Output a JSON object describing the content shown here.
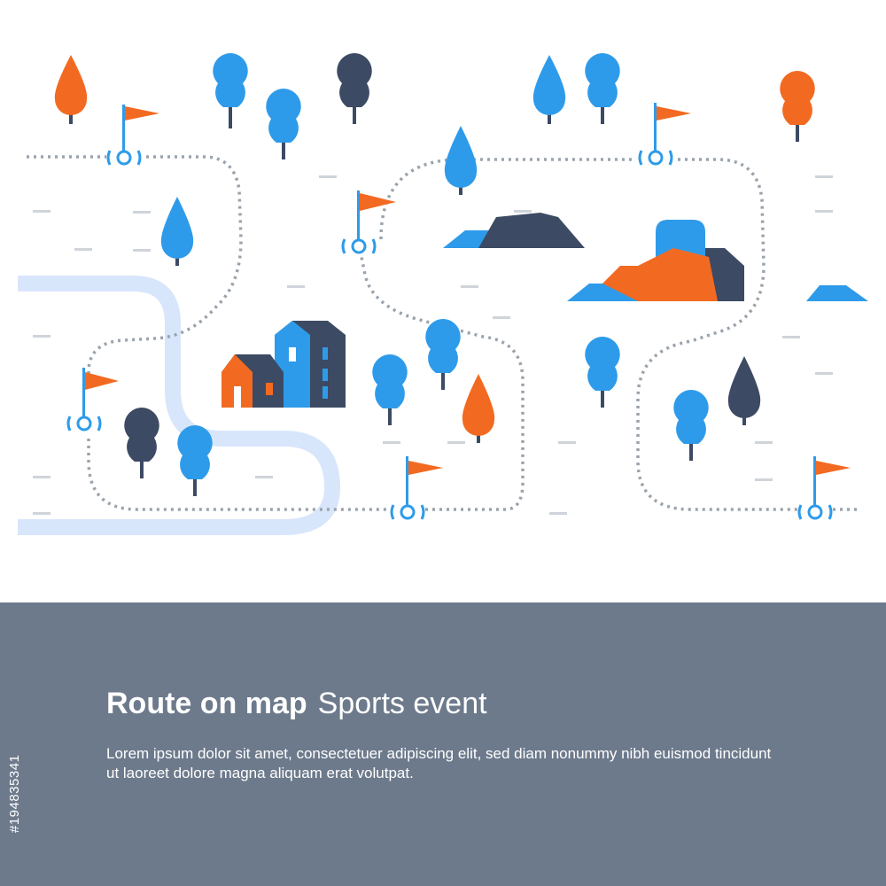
{
  "colors": {
    "blue": "#2E9BEA",
    "light_blue": "#5BB8F2",
    "navy": "#3C4A63",
    "orange": "#F26A21",
    "river": "#D8E6FB",
    "trail": "#9AA3AD",
    "ground": "#CFD4DA",
    "banner": "#6D7A8C"
  },
  "banner": {
    "title_bold": "Route on map",
    "title_light": "Sports event",
    "description": "Lorem ipsum dolor sit amet, consectetuer adipiscing elit, sed diam nonummy nibh euismod tincidunt ut laoreet dolore magna aliquam erat volutpat.",
    "side_id": "#194835341"
  }
}
